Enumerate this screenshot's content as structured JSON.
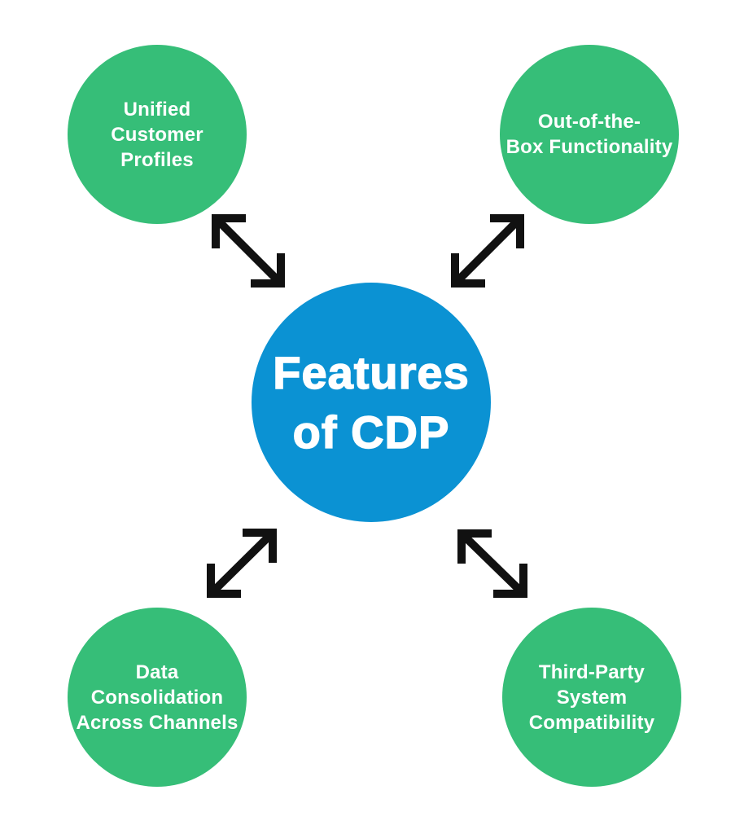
{
  "title": "Features of CDP",
  "center": {
    "label": "Features\nof CDP"
  },
  "nodes": [
    {
      "id": "unified-customer-profiles",
      "label": "Unified\nCustomer\nProfiles"
    },
    {
      "id": "out-of-the-box-functionality",
      "label": "Out-of-the-\nBox Functionality"
    },
    {
      "id": "data-consolidation-across-channels",
      "label": "Data\nConsolidation\nAcross Channels"
    },
    {
      "id": "third-party-system-compatibility",
      "label": "Third-Party\nSystem\nCompatibility"
    }
  ],
  "colors": {
    "node_fill": "#36BE78",
    "center_fill": "#0B92D3",
    "arrow": "#111111",
    "label_text": "#FFFFFF",
    "background": "#FFFFFF"
  }
}
